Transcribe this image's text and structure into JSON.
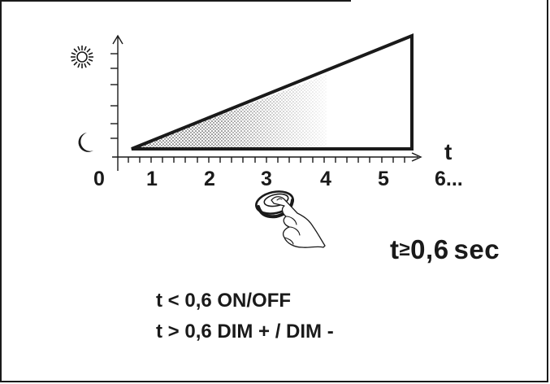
{
  "axis": {
    "t_label": "t",
    "ticks": [
      "0",
      "1",
      "2",
      "3",
      "4",
      "5",
      "6..."
    ]
  },
  "icons": {
    "top": "sun-icon",
    "bottom": "moon-icon",
    "gesture": "finger-press-icon"
  },
  "threshold": {
    "t": "t",
    "ge": "≥",
    "value": "0,6",
    "unit": "sec"
  },
  "rules": [
    "t < 0,6 ON/OFF",
    "t > 0,6 DIM + / DIM -"
  ],
  "colors": {
    "ink": "#1a1a1a"
  }
}
